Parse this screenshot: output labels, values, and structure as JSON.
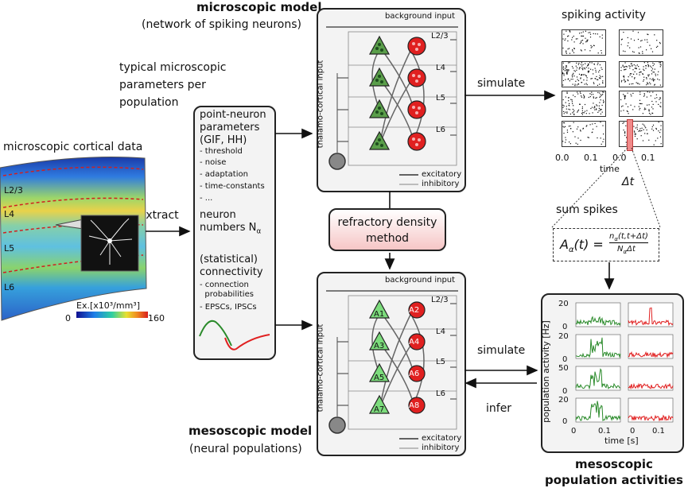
{
  "microscopic_model": {
    "title": "microscopic model",
    "subtitle": "(network of spiking neurons)"
  },
  "mesoscopic_model": {
    "title": "mesoscopic model",
    "subtitle": "(neural populations)"
  },
  "network": {
    "background_input": "background input",
    "thalamo_input": "thalamo-cortical input",
    "layers": [
      "L2/3",
      "L4",
      "L5",
      "L6"
    ],
    "legend_excitatory": "excitatory",
    "legend_inhibitory": "inhibitory",
    "meso_exc_labels": [
      "A1",
      "A3",
      "A5",
      "A7"
    ],
    "meso_inh_labels": [
      "A2",
      "A4",
      "A6",
      "A8"
    ]
  },
  "typical_params": "typical microscopic\nparameters per\npopulation",
  "cortical_data": {
    "title": "microscopic cortical data",
    "layers": [
      "L2/3",
      "L4",
      "L5",
      "L6"
    ],
    "colorbar_label": "Ex.[x10³/mm³]",
    "colorbar_min": "0",
    "colorbar_max": "160"
  },
  "extract_label": "extract",
  "param_box": {
    "pn_title": "point-neuron\nparameters\n(GIF, HH)",
    "pn_items": [
      "- threshold",
      "- noise",
      "- adaptation",
      "- time-constants",
      "- ..."
    ],
    "neuron_numbers": "neuron\nnumbers N",
    "neuron_numbers_sub": "α",
    "connectivity": "(statistical)\nconnectivity",
    "conn_items": [
      "- connection\n  probabilities",
      "- EPSCs, IPSCs"
    ]
  },
  "refractory_method": "refractory density\nmethod",
  "spiking": {
    "title": "spiking activity",
    "ticks": [
      "0.0",
      "0.1",
      "0.0",
      "0.1"
    ],
    "xlabel": "time",
    "delta_t": "Δt"
  },
  "simulate_label": "simulate",
  "infer_label": "infer",
  "sum_spikes_label": "sum spikes",
  "formula": {
    "lhs": "A",
    "sub": "α",
    "arg": "(t) =",
    "num": "n",
    "num_arg": "(t,t+Δt)",
    "den": "N",
    "den_tail": "Δt"
  },
  "population": {
    "ylabel": "population activity [Hz]",
    "yticks": [
      [
        "20",
        "0"
      ],
      [
        "20",
        "0"
      ],
      [
        "50",
        "0"
      ],
      [
        "20",
        "0"
      ]
    ],
    "xticks": [
      "0",
      "0.1",
      "0",
      "0.1"
    ],
    "xlabel": "time [s]"
  },
  "meso_activities": "mesoscopic\npopulation activities",
  "colors": {
    "excitatory": "#2a8a2a",
    "inhibitory": "#e02020",
    "box_bg": "#f3f3f3"
  }
}
